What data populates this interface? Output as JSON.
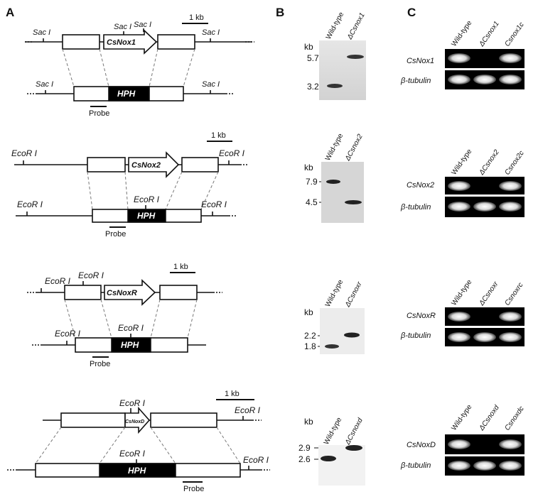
{
  "panels": {
    "a": "A",
    "b": "B",
    "c": "C"
  },
  "scale_bar": "1 kb",
  "probe": "Probe",
  "hph": "HPH",
  "kb": "kb",
  "wild_type": "Wild-type",
  "beta_tubulin": "β-tubulin",
  "constructs": [
    {
      "gene": "CsNox1",
      "site": "Sac I"
    },
    {
      "gene": "CsNox2",
      "site": "EcoR I"
    },
    {
      "gene": "CsNoxR",
      "site": "EcoR I"
    },
    {
      "gene": "CsNoxD",
      "site": "EcoR I"
    }
  ],
  "blots": [
    {
      "mutant": "ΔCsnox1",
      "sizes": [
        "5.7",
        "3.2"
      ]
    },
    {
      "mutant": "ΔCsnox2",
      "sizes": [
        "7.9",
        "4.5"
      ]
    },
    {
      "mutant": "ΔCsnoxr",
      "sizes": [
        "2.2",
        "1.8"
      ]
    },
    {
      "mutant": "ΔCsnoxd",
      "sizes": [
        "2.9",
        "2.6"
      ]
    }
  ],
  "rtpcr": [
    {
      "gene": "CsNox1",
      "lanes": [
        "Wild-type",
        "ΔCsnox1",
        "Csnox1c"
      ]
    },
    {
      "gene": "CsNox2",
      "lanes": [
        "Wild-type",
        "ΔCsnox2",
        "Csnox2c"
      ]
    },
    {
      "gene": "CsNoxR",
      "lanes": [
        "Wild-type",
        "ΔCsnoxr",
        "Csnoxrc"
      ]
    },
    {
      "gene": "CsNoxD",
      "lanes": [
        "Wild-type",
        "ΔCsnoxd",
        "Csnoxdc"
      ]
    }
  ]
}
